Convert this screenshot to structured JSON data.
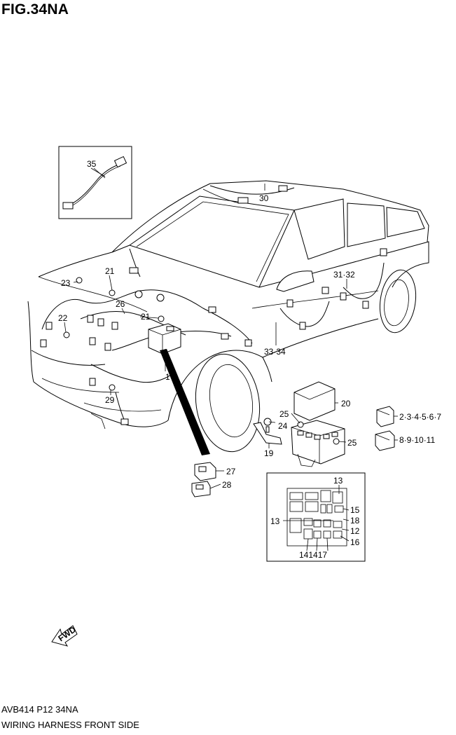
{
  "figure": {
    "title": "FIG.34NA",
    "code": "AVB414 P12 34NA",
    "name": "WIRING HARNESS FRONT SIDE",
    "fwd_label": "FWD"
  },
  "callouts": {
    "p1": "1",
    "p2_7": "2·3·4·5·6·7",
    "p8_11": "8·9·10·11",
    "p12": "12",
    "p13a": "13",
    "p13b": "13",
    "p14_17": "141417",
    "p15": "15",
    "p16": "16",
    "p18": "18",
    "p19": "19",
    "p20": "20",
    "p21a": "21",
    "p21b": "21",
    "p22": "22",
    "p23": "23",
    "p24": "24",
    "p25a": "25",
    "p25b": "25",
    "p26": "26",
    "p27": "27",
    "p28": "28",
    "p29": "29",
    "p30": "30",
    "p31_32": "31·32",
    "p33_34": "33·34",
    "p35": "35"
  }
}
